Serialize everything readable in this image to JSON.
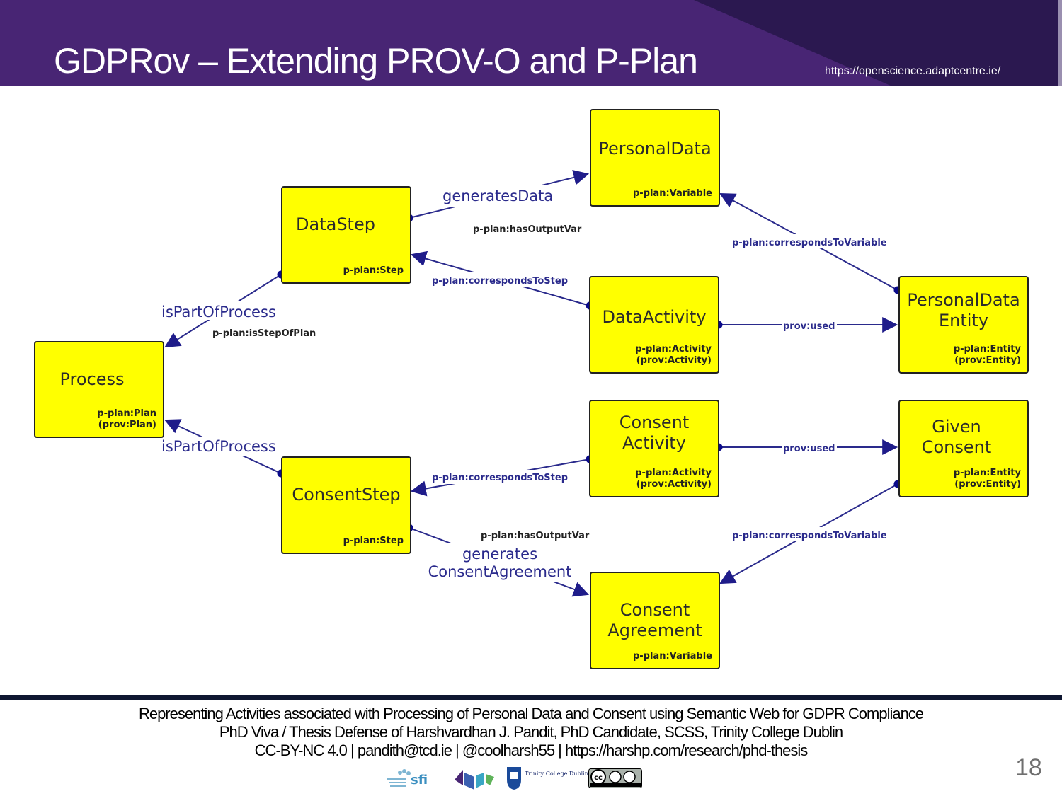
{
  "header": {
    "title": "GDPRov – Extending PROV-O and P-Plan",
    "url": "https://openscience.adaptcentre.ie/"
  },
  "colors": {
    "header_bg": "#482574",
    "header_dark": "#2b1850",
    "node_fill": "#ffff00",
    "edge": "#1f1c8a",
    "edge_label": "#2a2a8c",
    "footer_bar": "#0f1731"
  },
  "diagram": {
    "nodes": {
      "process": {
        "label": "Process",
        "type": "p-plan:Plan\n(prov:Plan)"
      },
      "data_step": {
        "label": "DataStep",
        "type": "p-plan:Step"
      },
      "consent_step": {
        "label": "ConsentStep",
        "type": "p-plan:Step"
      },
      "personal_data": {
        "label": "PersonalData",
        "type": "p-plan:Variable"
      },
      "data_activity": {
        "label": "DataActivity",
        "type": "p-plan:Activity\n(prov:Activity)"
      },
      "personal_data_entity": {
        "label": "PersonalData\nEntity",
        "type": "p-plan:Entity\n(prov:Entity)"
      },
      "consent_activity": {
        "label": "Consent\nActivity",
        "type": "p-plan:Activity\n(prov:Activity)"
      },
      "given_consent": {
        "label": "Given\nConsent",
        "type": "p-plan:Entity\n(prov:Entity)"
      },
      "consent_agreement": {
        "label": "Consent\nAgreement",
        "type": "p-plan:Variable"
      }
    },
    "edge_labels": {
      "is_part_of_process_top": "isPartOfProcess",
      "is_step_of_plan": "p-plan:isStepOfPlan",
      "is_part_of_process_bottom": "isPartOfProcess",
      "generates_data": "generatesData",
      "has_output_var_top": "p-plan:hasOutputVar",
      "corresponds_to_step_top": "p-plan:correspondsToStep",
      "corresponds_to_variable_top": "p-plan:correspondsToVariable",
      "prov_used_top": "prov:used",
      "corresponds_to_step_bottom": "p-plan:correspondsToStep",
      "prov_used_bottom": "prov:used",
      "has_output_var_bottom": "p-plan:hasOutputVar",
      "generates_consent_agreement_1": "generates",
      "generates_consent_agreement_2": "ConsentAgreement",
      "corresponds_to_variable_bottom": "p-plan:correspondsToVariable"
    }
  },
  "footer": {
    "line1": "Representing Activities associated with Processing of Personal Data and Consent using Semantic Web for GDPR Compliance",
    "line2": "PhD Viva / Thesis Defense of Harshvardhan J. Pandit, PhD Candidate, SCSS, Trinity College Dublin",
    "line3": "CC-BY-NC 4.0 | pandith@tcd.ie | @coolharsh55 | https://harshp.com/research/phd-thesis",
    "slide_number": "18",
    "logos": {
      "sfi": "sfi",
      "tcd_name": "Trinity College Dublin",
      "cc": "cc"
    }
  }
}
